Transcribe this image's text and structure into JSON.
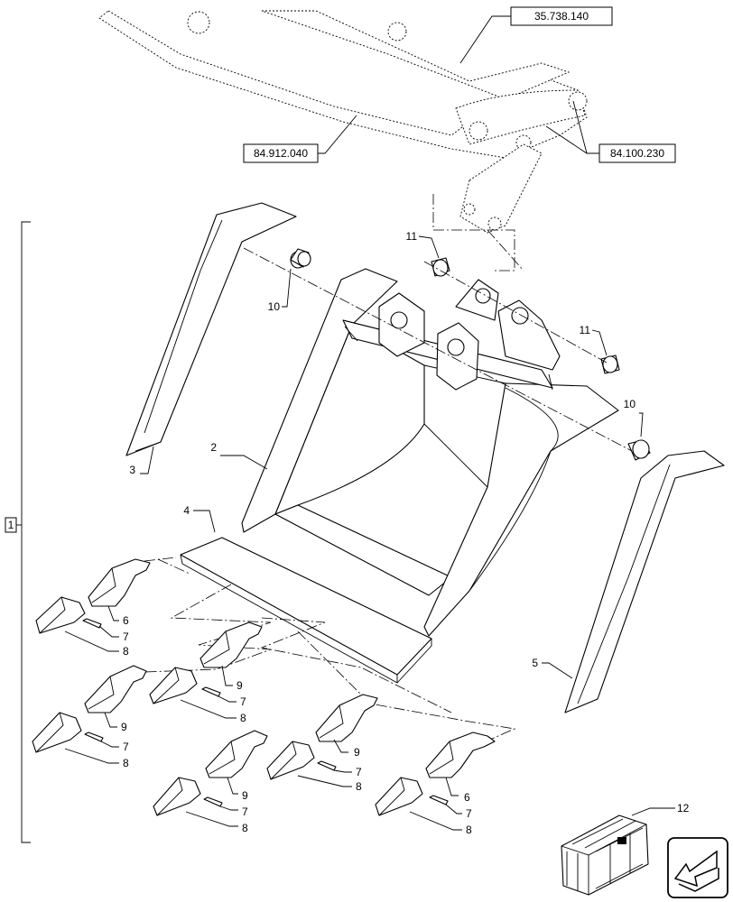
{
  "references": {
    "boom_ref": "35.738.140",
    "arm_ref": "84.912.040",
    "linkage_ref": "84.100.230"
  },
  "assembly_number": "1",
  "callouts": {
    "c2": "2",
    "c3": "3",
    "c4": "4",
    "c5": "5",
    "c10a": "10",
    "c10b": "10",
    "c11a": "11",
    "c11b": "11",
    "c12": "12",
    "t1_6": "6",
    "t1_7": "7",
    "t1_8": "8",
    "t2_9": "9",
    "t2_7": "7",
    "t2_8": "8",
    "t3_9": "9",
    "t3_7": "7",
    "t3_8": "8",
    "t4_9": "9",
    "t4_7": "7",
    "t4_8": "8",
    "t5_9": "9",
    "t5_7": "7",
    "t5_8": "8",
    "t6_6": "6",
    "t6_7": "7",
    "t6_8": "8"
  },
  "icons": {
    "package": "crate-icon",
    "navigation": "back-arrow-icon"
  }
}
